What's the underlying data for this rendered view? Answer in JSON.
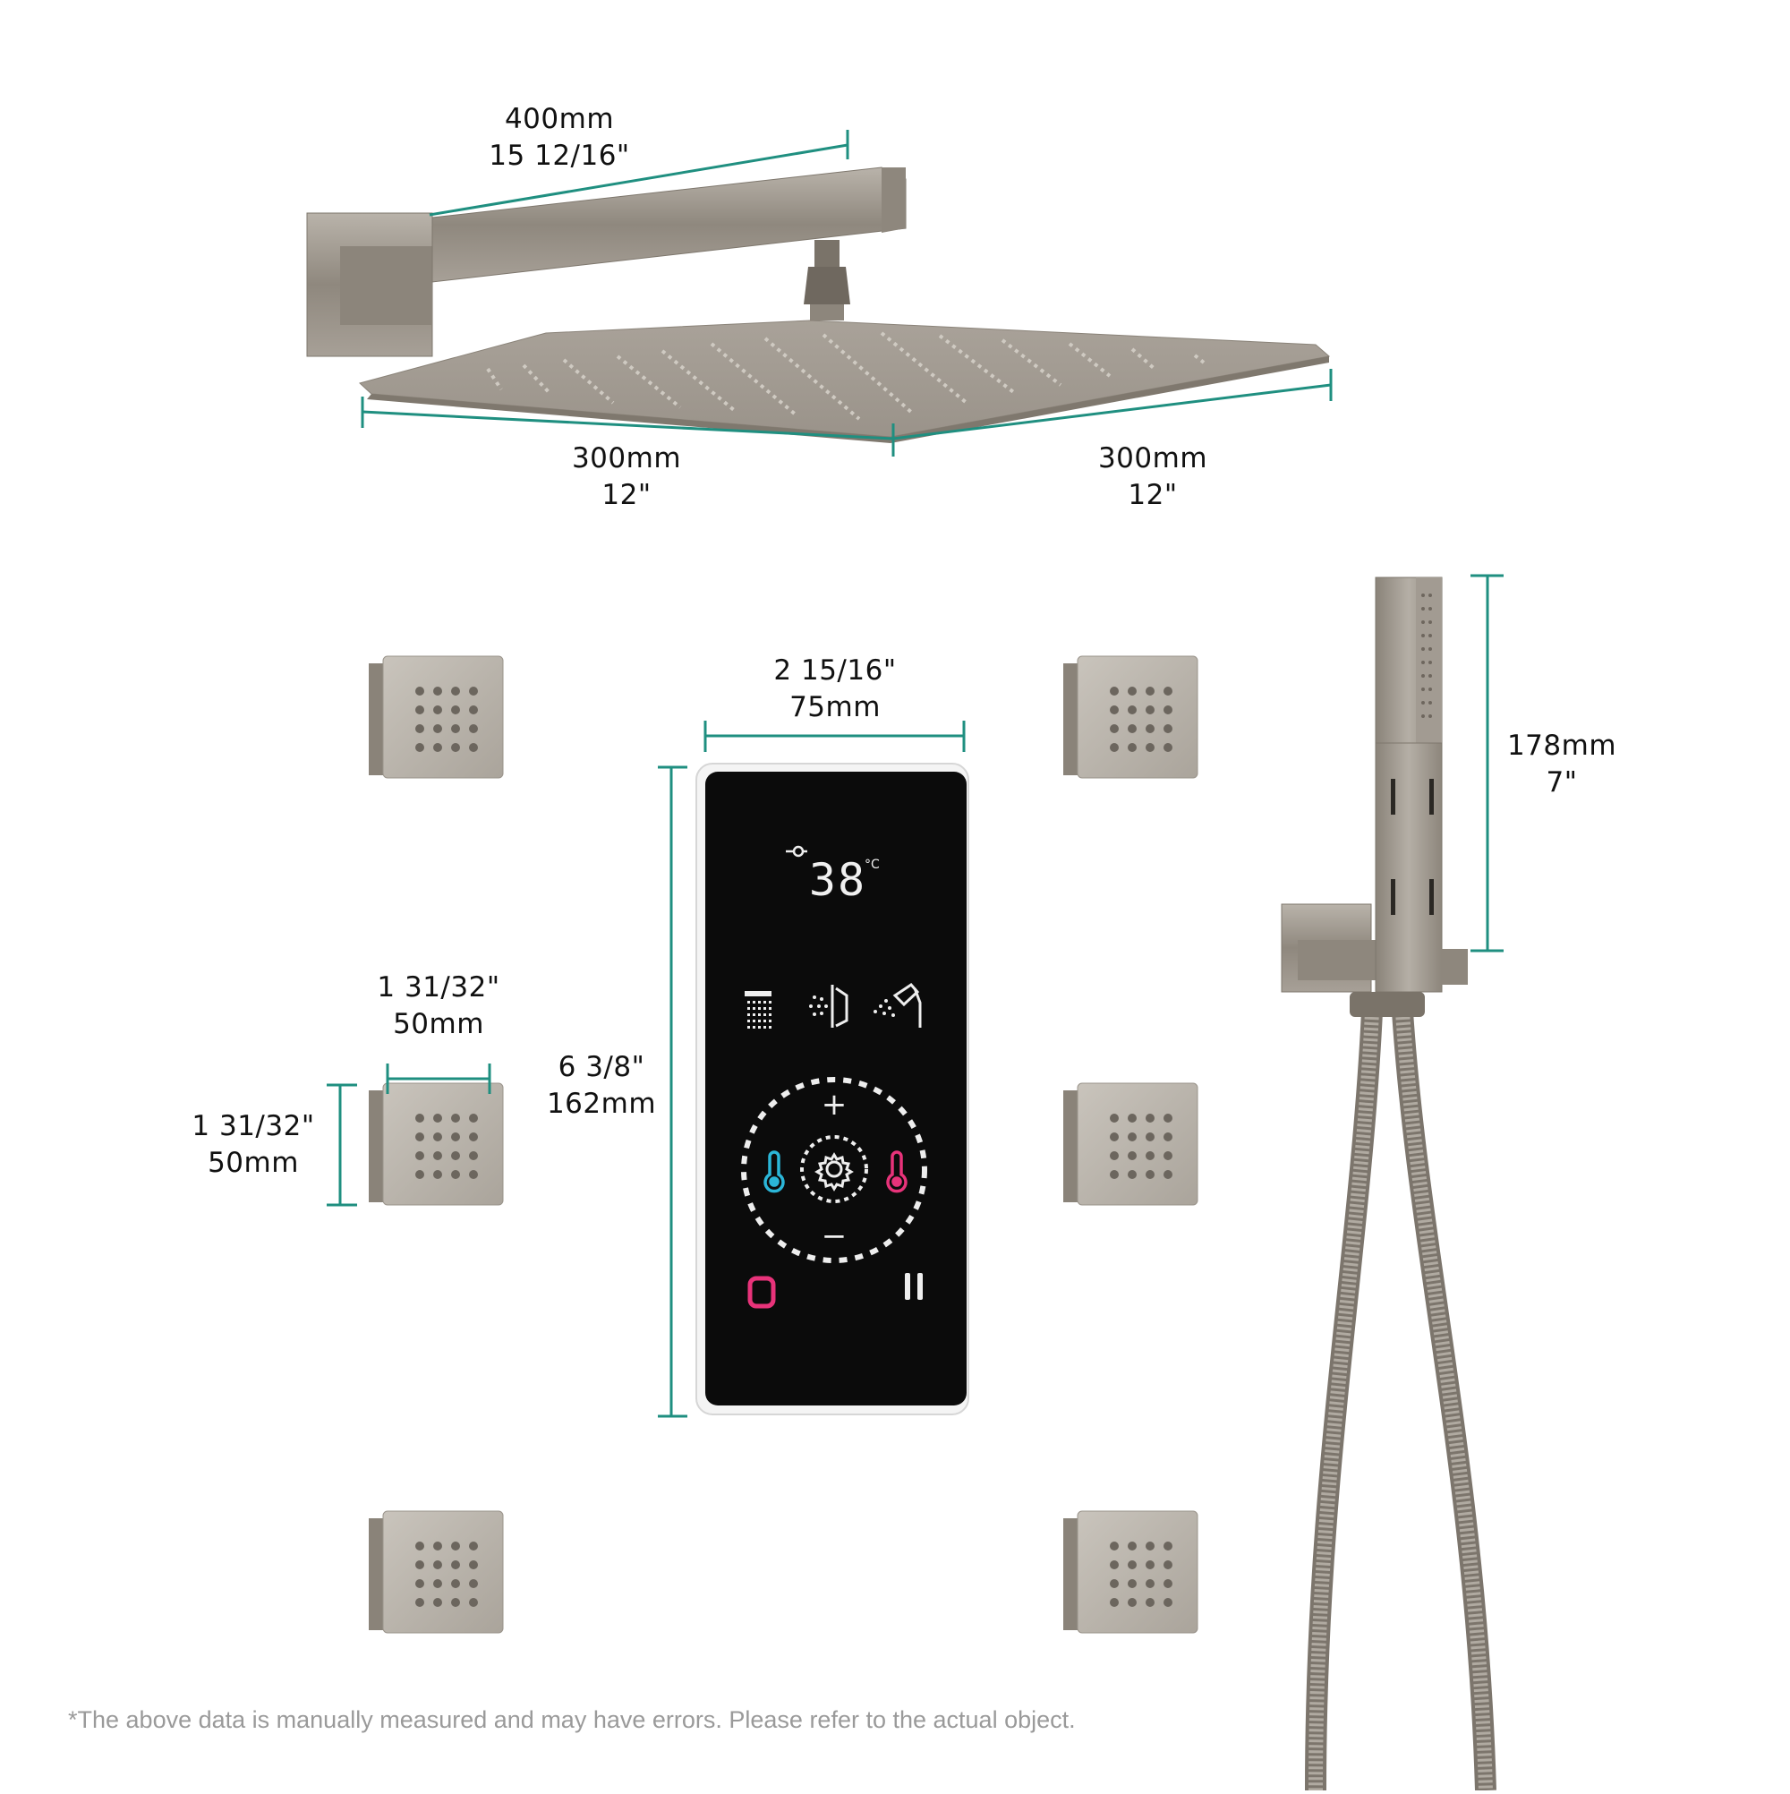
{
  "dimensions": {
    "arm_length": {
      "metric": "400mm",
      "imperial": "15 12/16\""
    },
    "head_left": {
      "metric": "300mm",
      "imperial": "12\""
    },
    "head_right": {
      "metric": "300mm",
      "imperial": "12\""
    },
    "panel_width": {
      "imperial": "2 15/16\"",
      "metric": "75mm"
    },
    "panel_height": {
      "imperial": "6 3/8\"",
      "metric": "162mm"
    },
    "jet_width": {
      "imperial": "1 31/32\"",
      "metric": "50mm"
    },
    "jet_height": {
      "imperial": "1 31/32\"",
      "metric": "50mm"
    },
    "handheld_height": {
      "metric": "178mm",
      "imperial": "7\""
    }
  },
  "control_panel": {
    "temperature": "38",
    "unit": "°C",
    "plus": "+",
    "minus": "−",
    "mode_icons": [
      "rain-shower-icon",
      "body-spray-icon",
      "handheld-shower-icon"
    ],
    "cold_icon": "cold-thermometer-icon",
    "hot_icon": "hot-thermometer-icon",
    "center_icon": "settings-gear-icon",
    "power_icon": "power-icon",
    "pause_icon": "pause-icon"
  },
  "colors": {
    "dimension_line": "#1f8f80",
    "metal": "#9e978d",
    "panel_bg": "#0b0b0b",
    "cold": "#2bb6d8",
    "hot": "#e8337a"
  },
  "footnote": "*The above data is manually measured and may have errors. Please refer to the actual object."
}
